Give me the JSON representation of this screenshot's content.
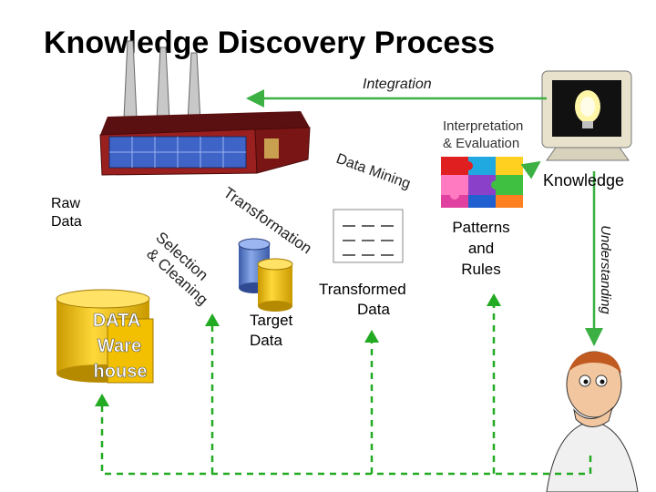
{
  "title": "Knowledge Discovery Process",
  "arrows": {
    "integration": "Integration",
    "interpretation_line1": "Interpretation",
    "interpretation_line2": "& Evaluation",
    "data_mining": "Data Mining",
    "transformation": "Transformation",
    "selection_line1": "Selection",
    "selection_line2": "& Cleaning",
    "understanding": "Understanding"
  },
  "nodes": {
    "raw_data_line1": "Raw",
    "raw_data_line2": "Data",
    "warehouse_line1": "DATA",
    "warehouse_line2": "Ware",
    "warehouse_line3": "house",
    "target_line1": "Target",
    "target_line2": "Data",
    "transformed_line1": "Transformed",
    "transformed_line2": "Data",
    "patterns_line1": "Patterns",
    "patterns_line2": "and",
    "patterns_line3": "Rules",
    "knowledge": "Knowledge"
  },
  "colors": {
    "arrow_green": "#3cb043",
    "dash_green": "#22aa22",
    "cylinder_yellow": "#f5c400",
    "cylinder_blue": "#5b7fc8",
    "factory_red": "#9a1f1f"
  }
}
